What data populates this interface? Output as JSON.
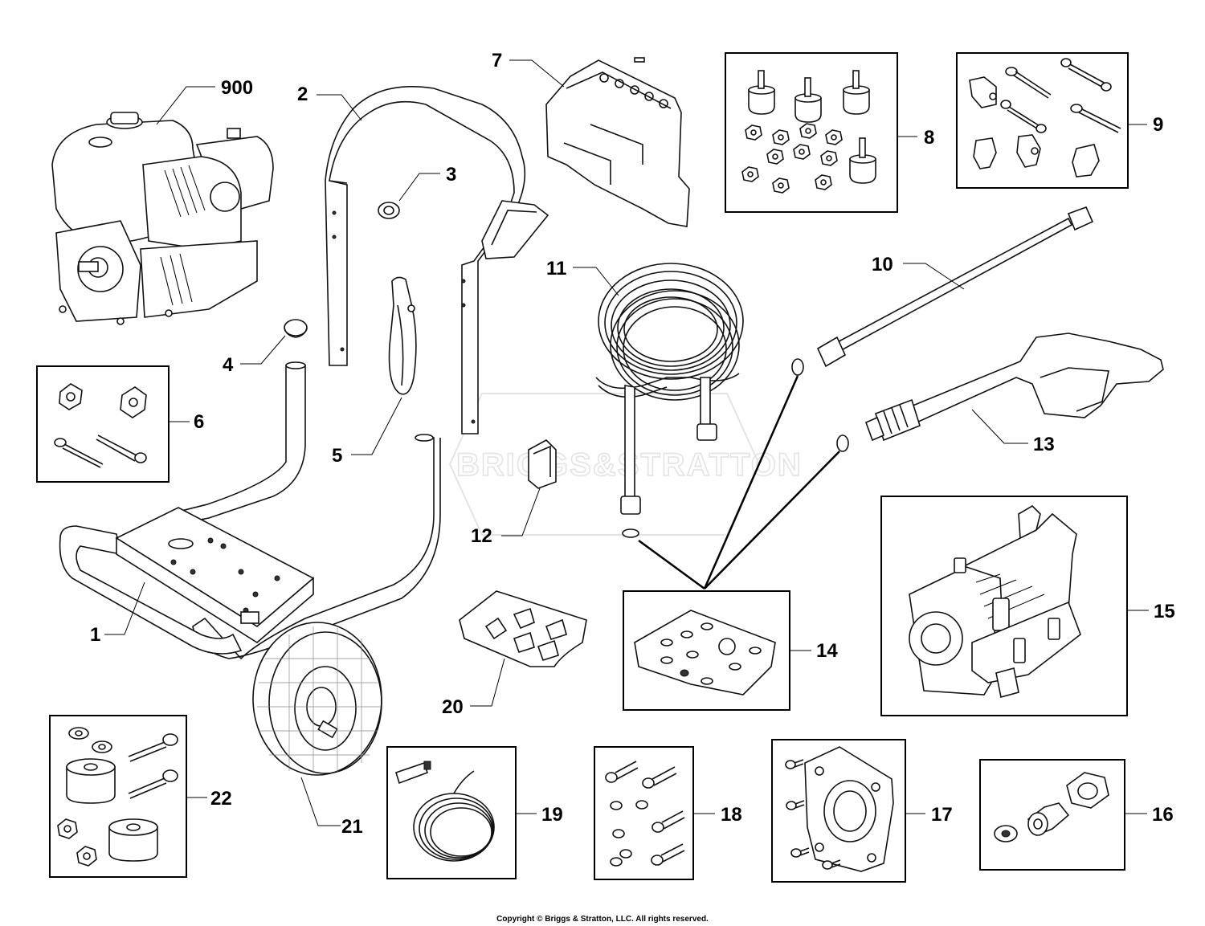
{
  "labels": {
    "l900": "900",
    "l1": "1",
    "l2": "2",
    "l3": "3",
    "l4": "4",
    "l5": "5",
    "l6": "6",
    "l7": "7",
    "l8": "8",
    "l9": "9",
    "l10": "10",
    "l11": "11",
    "l12": "12",
    "l13": "13",
    "l14": "14",
    "l15": "15",
    "l16": "16",
    "l17": "17",
    "l18": "18",
    "l19": "19",
    "l20": "20",
    "l21": "21",
    "l22": "22"
  },
  "watermark": "BRIGGS&STRATTON",
  "copyright": "Copyright © Briggs & Stratton, LLC. All rights reserved."
}
